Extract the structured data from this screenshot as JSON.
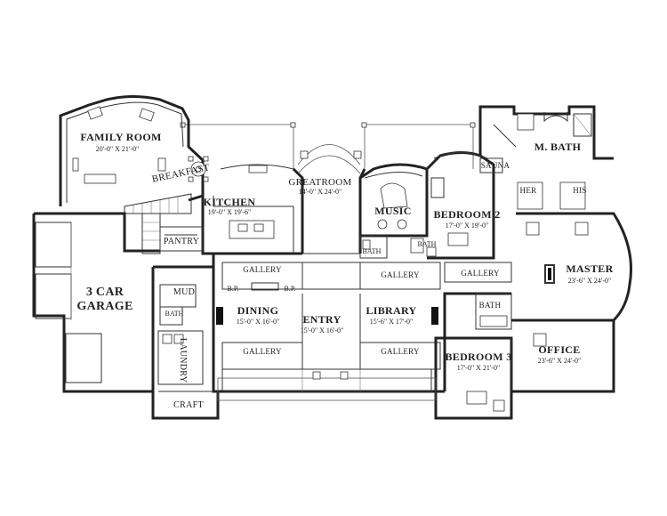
{
  "rooms": {
    "family_room": {
      "name": "FAMILY ROOM",
      "dims": "20'-0\" X 21'-0\""
    },
    "breakfast": {
      "name": "BREAKFAST"
    },
    "kitchen": {
      "name": "KITCHEN",
      "dims": "19'-0\" X 19'-6\""
    },
    "greatroom": {
      "name": "GREATROOM",
      "dims": "14'-0\" X 24'-0\""
    },
    "music": {
      "name": "MUSIC"
    },
    "bedroom2": {
      "name": "BEDROOM 2",
      "dims": "17'-0\" X 19'-0\""
    },
    "sauna": {
      "name": "SAUNA"
    },
    "mbath": {
      "name": "M. BATH"
    },
    "her": {
      "name": "HER"
    },
    "his": {
      "name": "HIS"
    },
    "pantry": {
      "name": "PANTRY"
    },
    "garage": {
      "name": "3 CAR",
      "name2": "GARAGE"
    },
    "gallery_kitchen": {
      "name": "GALLERY"
    },
    "gallery_music": {
      "name": "GALLERY"
    },
    "gallery_bed2": {
      "name": "GALLERY"
    },
    "gallery_dining": {
      "name": "GALLERY"
    },
    "gallery_library": {
      "name": "GALLERY"
    },
    "bp_left": {
      "name": "B.P."
    },
    "bp_right": {
      "name": "B.P."
    },
    "master": {
      "name": "MASTER",
      "dims": "23'-6\" X 24'-0\""
    },
    "mud": {
      "name": "MUD"
    },
    "bath_mud": {
      "name": "BATH"
    },
    "bath_music": {
      "name": "BATH"
    },
    "bath_small": {
      "name": "BATH"
    },
    "bath_bed3": {
      "name": "BATH"
    },
    "dining": {
      "name": "DINING",
      "dims": "15'-0\" X 16'-0\""
    },
    "entry": {
      "name": "ENTRY",
      "dims": "15'-0\" X 16'-0\""
    },
    "library": {
      "name": "LIBRARY",
      "dims": "15'-6\" X 17'-0\""
    },
    "laundry": {
      "name": "LAUNDRY"
    },
    "bedroom3": {
      "name": "BEDROOM 3",
      "dims": "17'-0\" X 21'-0\""
    },
    "office": {
      "name": "OFFICE",
      "dims": "23'-6\" X 24'-0\""
    },
    "craft": {
      "name": "CRAFT"
    }
  }
}
